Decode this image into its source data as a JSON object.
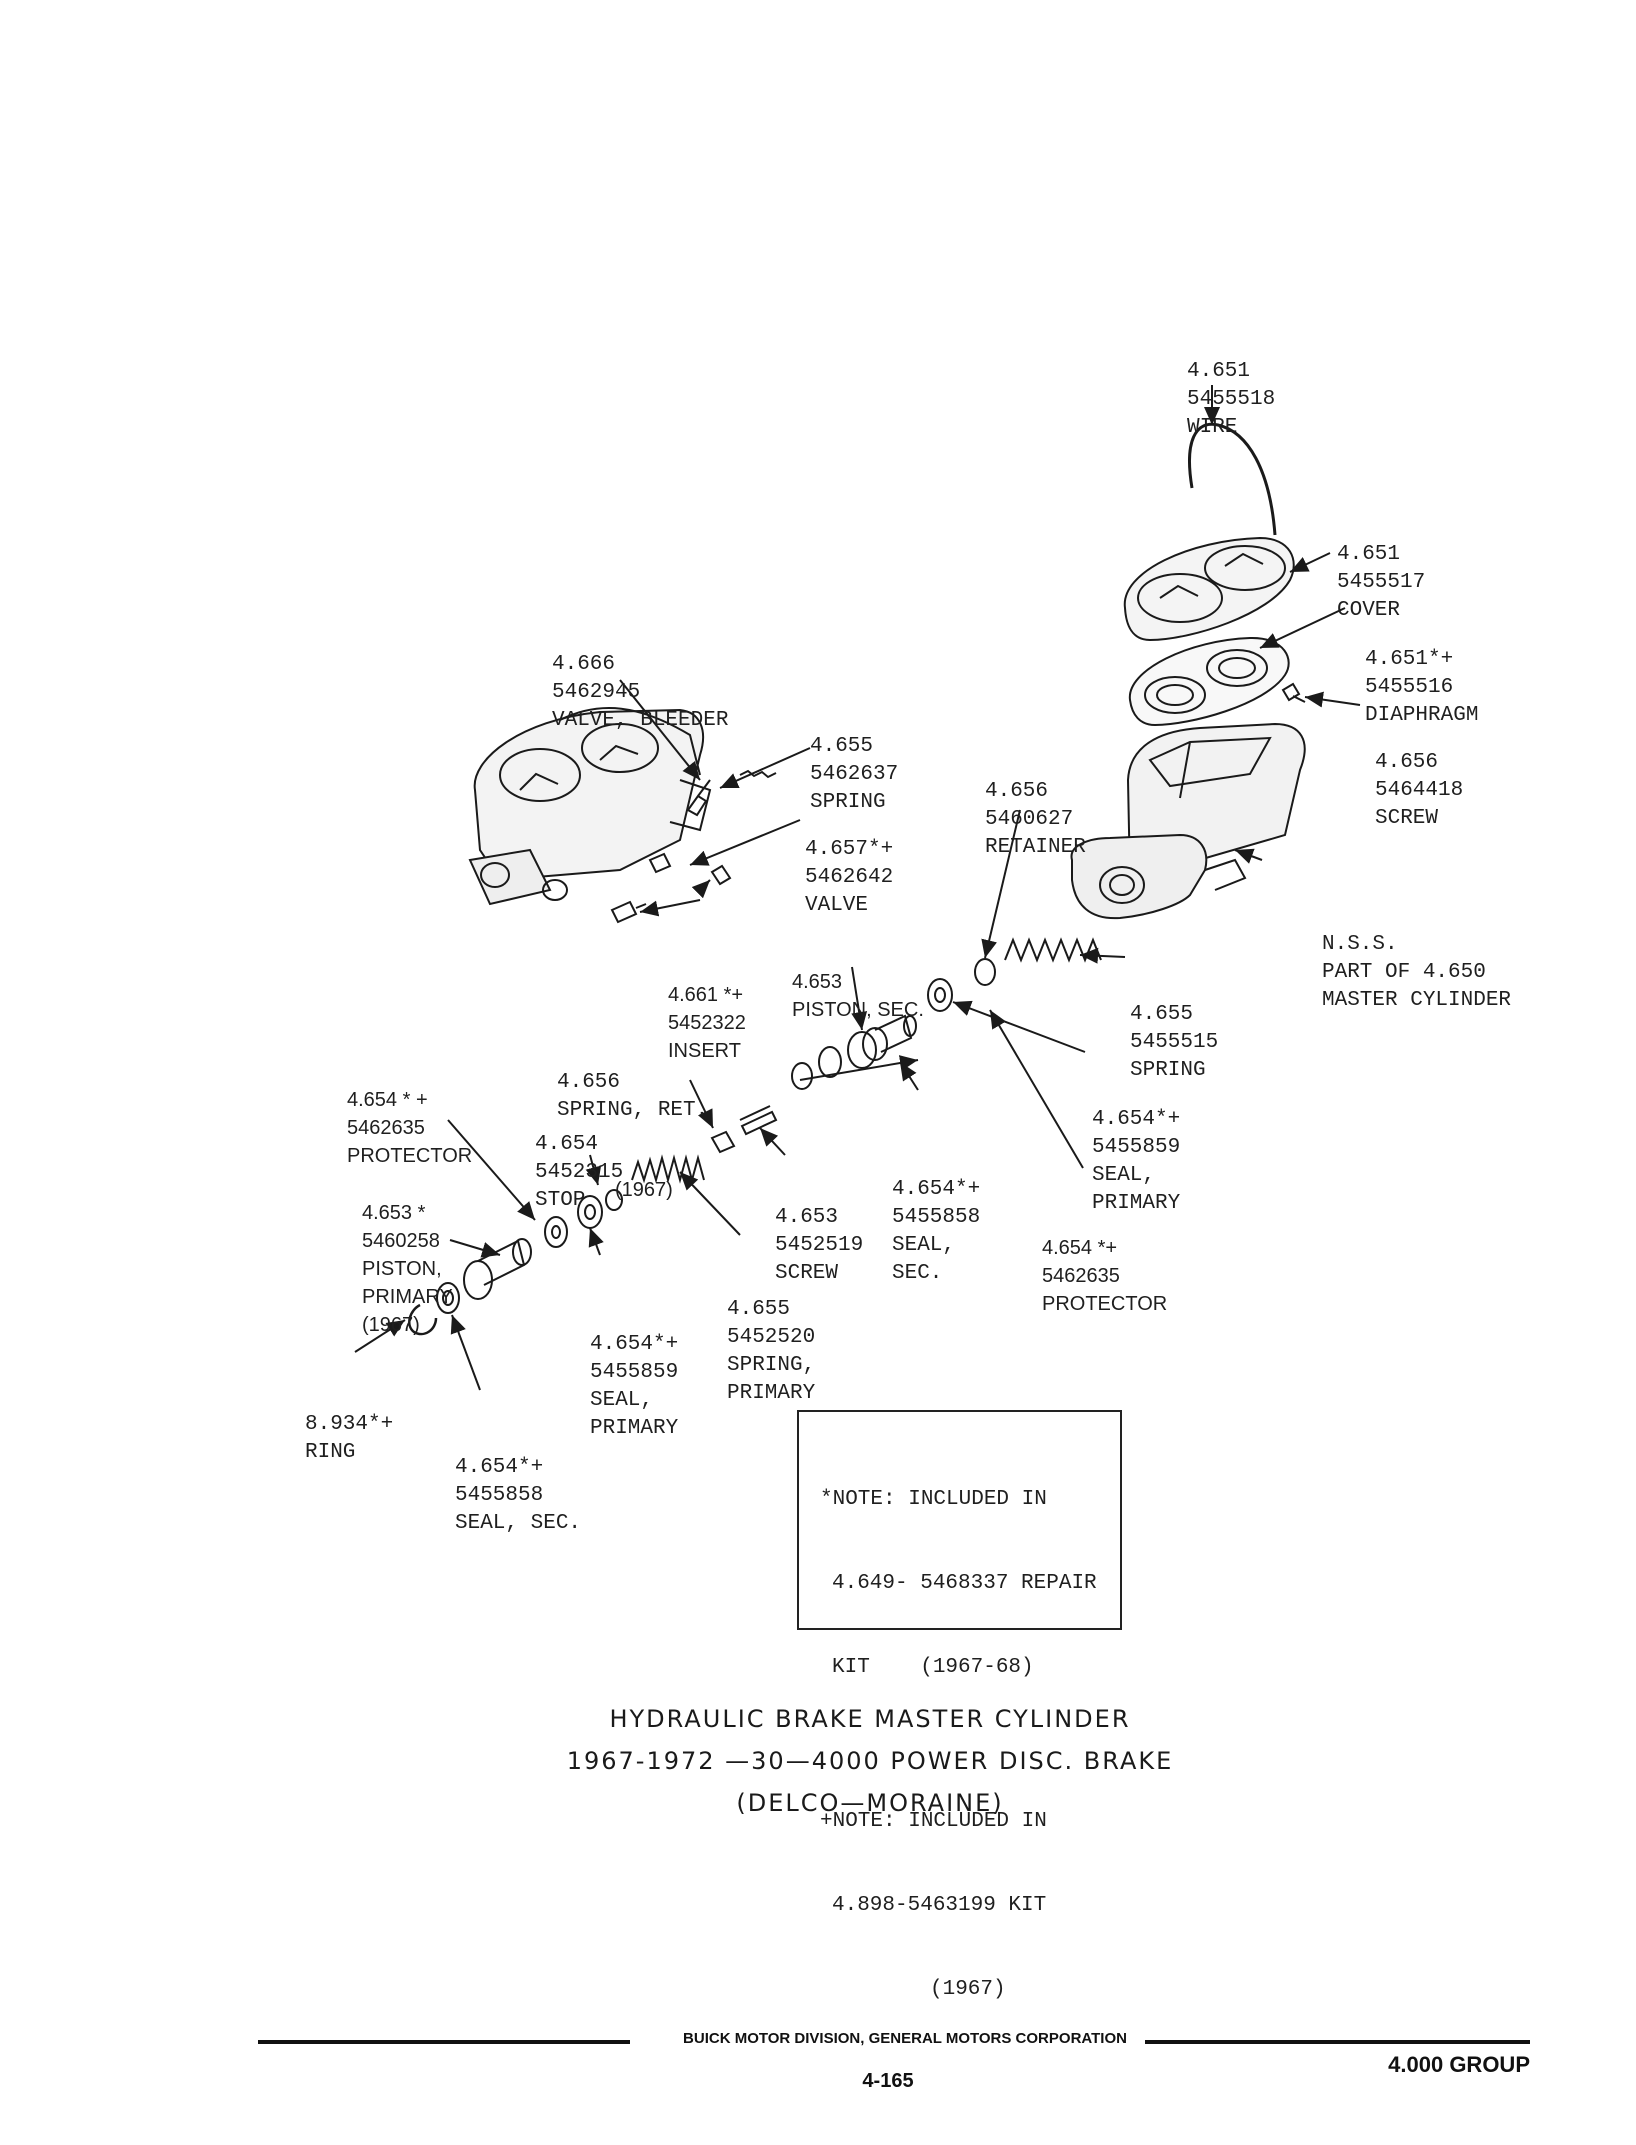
{
  "callouts": {
    "wire": [
      "4.651",
      "5455518",
      "WIRE"
    ],
    "cover": [
      "4.651",
      "5455517",
      "COVER"
    ],
    "diaphragm": [
      "4.651*+",
      "5455516",
      "DIAPHRAGM"
    ],
    "screw_4656": [
      "4.656",
      "5464418",
      "SCREW"
    ],
    "valve_bleeder": [
      "4.666",
      "5462945",
      "VALVE, BLEEDER"
    ],
    "spring_4655_top": [
      "4.655",
      "5462637",
      "SPRING"
    ],
    "valve_4657": [
      "4.657*+",
      "5462642",
      "VALVE"
    ],
    "retainer": [
      "4.656",
      "5460627",
      "RETAINER"
    ],
    "nss": [
      "N.S.S.",
      "PART OF 4.650",
      "MASTER CYLINDER"
    ],
    "insert": [
      "4.661 *+",
      "5452322",
      "INSERT"
    ],
    "piston_sec": [
      "4.653",
      "PISTON, SEC."
    ],
    "spring_4655_right": [
      "4.655",
      "5455515",
      "SPRING"
    ],
    "spring_ret": [
      "4.656",
      "SPRING, RET."
    ],
    "protector_left": [
      "4.654 * +",
      "5462635",
      "PROTECTOR"
    ],
    "seal_primary_right": [
      "4.654*+",
      "5455859",
      "SEAL,",
      "PRIMARY"
    ],
    "stop": [
      "4.654",
      "5452315",
      "STOP"
    ],
    "stop_year": "(1967)",
    "piston_primary": [
      "4.653 *",
      "5460258",
      "PISTON,",
      "PRIMARY",
      "(1967)"
    ],
    "seal_sec_mid": [
      "4.654*+",
      "5455858",
      "SEAL,",
      "SEC."
    ],
    "screw_4653": [
      "4.653",
      "5452519",
      "SCREW"
    ],
    "protector_right": [
      "4.654 *+",
      "5462635",
      "PROTECTOR"
    ],
    "spring_primary": [
      "4.655",
      "5452520",
      "SPRING,",
      "PRIMARY"
    ],
    "seal_primary_left": [
      "4.654*+",
      "5455859",
      "SEAL,",
      "PRIMARY"
    ],
    "ring": [
      "8.934*+",
      "RING"
    ],
    "seal_sec_left": [
      "4.654*+",
      "5455858",
      "SEAL, SEC."
    ]
  },
  "note": {
    "line1": "*NOTE: INCLUDED IN",
    "line2": "4.649- 5468337 REPAIR",
    "line3": "KIT    (1967-68)",
    "line4": "+NOTE: INCLUDED IN",
    "line5": "4.898-5463199 KIT",
    "line6": "(1967)"
  },
  "title": {
    "line1": "HYDRAULIC BRAKE MASTER CYLINDER",
    "line2": "1967-1972 —30—4000 POWER DISC. BRAKE",
    "line3": "(DELCO—MORAINE)"
  },
  "footer": {
    "company": "BUICK MOTOR DIVISION, GENERAL MOTORS CORPORATION",
    "page": "4-165",
    "group": "4.000 GROUP"
  }
}
